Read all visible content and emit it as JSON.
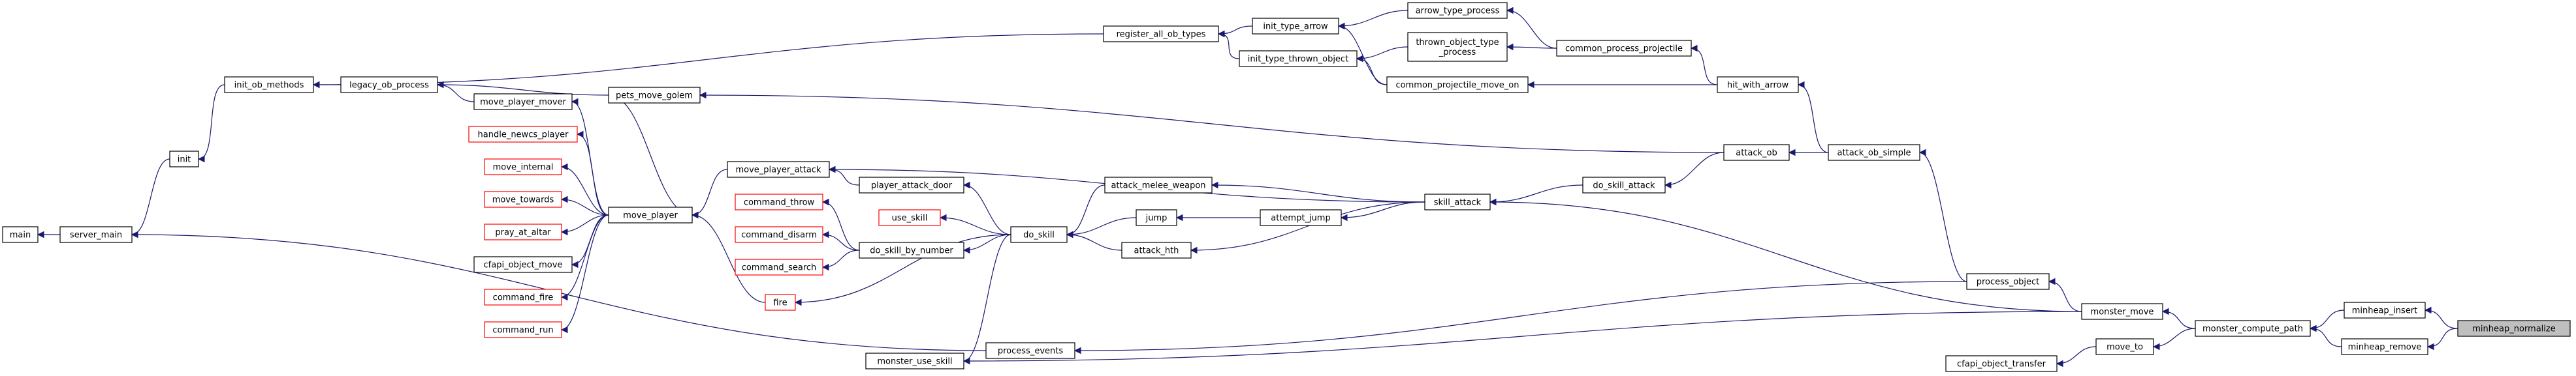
{
  "nodes": [
    {
      "id": "main",
      "label": "main",
      "style": "normal"
    },
    {
      "id": "server_main",
      "label": "server_main",
      "style": "normal"
    },
    {
      "id": "init",
      "label": "init",
      "style": "normal"
    },
    {
      "id": "init_ob_methods",
      "label": "init_ob_methods",
      "style": "normal"
    },
    {
      "id": "legacy_ob_process",
      "label": "legacy_ob_process",
      "style": "normal"
    },
    {
      "id": "move_player_mover",
      "label": "move_player_mover",
      "style": "normal"
    },
    {
      "id": "pets_move_golem",
      "label": "pets_move_golem",
      "style": "normal"
    },
    {
      "id": "handle_newcs_player",
      "label": "handle_newcs_player",
      "style": "red"
    },
    {
      "id": "move_internal",
      "label": "move_internal",
      "style": "red"
    },
    {
      "id": "move_towards",
      "label": "move_towards",
      "style": "red"
    },
    {
      "id": "pray_at_altar",
      "label": "pray_at_altar",
      "style": "red"
    },
    {
      "id": "cfapi_object_move",
      "label": "cfapi_object_move",
      "style": "normal"
    },
    {
      "id": "command_fire",
      "label": "command_fire",
      "style": "red"
    },
    {
      "id": "command_run",
      "label": "command_run",
      "style": "red"
    },
    {
      "id": "move_player",
      "label": "move_player",
      "style": "normal"
    },
    {
      "id": "move_player_attack",
      "label": "move_player_attack",
      "style": "normal"
    },
    {
      "id": "command_throw",
      "label": "command_throw",
      "style": "red"
    },
    {
      "id": "command_disarm",
      "label": "command_disarm",
      "style": "red"
    },
    {
      "id": "command_search",
      "label": "command_search",
      "style": "red"
    },
    {
      "id": "fire",
      "label": "fire",
      "style": "red"
    },
    {
      "id": "monster_use_skill",
      "label": "monster_use_skill",
      "style": "normal"
    },
    {
      "id": "player_attack_door",
      "label": "player_attack_door",
      "style": "normal"
    },
    {
      "id": "use_skill",
      "label": "use_skill",
      "style": "red"
    },
    {
      "id": "do_skill_by_number",
      "label": "do_skill_by_number",
      "style": "normal"
    },
    {
      "id": "process_events",
      "label": "process_events",
      "style": "normal"
    },
    {
      "id": "do_skill",
      "label": "do_skill",
      "style": "normal"
    },
    {
      "id": "attack_melee_weapon",
      "label": "attack_melee_weapon",
      "style": "normal"
    },
    {
      "id": "jump",
      "label": "jump",
      "style": "normal"
    },
    {
      "id": "attack_hth",
      "label": "attack_hth",
      "style": "normal"
    },
    {
      "id": "register_all_ob_types",
      "label": "register_all_ob_types",
      "style": "normal"
    },
    {
      "id": "init_type_arrow",
      "label": "init_type_arrow",
      "style": "normal"
    },
    {
      "id": "init_type_thrown_object",
      "label": "init_type_thrown_object",
      "style": "normal"
    },
    {
      "id": "attempt_jump",
      "label": "attempt_jump",
      "style": "normal"
    },
    {
      "id": "arrow_type_process",
      "label": "arrow_type_process",
      "style": "normal"
    },
    {
      "id": "thrown_object_type_process",
      "label": "thrown_object_type\n_process",
      "style": "normal"
    },
    {
      "id": "common_projectile_move_on",
      "label": "common_projectile_move_on",
      "style": "normal"
    },
    {
      "id": "skill_attack",
      "label": "skill_attack",
      "style": "normal"
    },
    {
      "id": "common_process_projectile",
      "label": "common_process_projectile",
      "style": "normal"
    },
    {
      "id": "do_skill_attack",
      "label": "do_skill_attack",
      "style": "normal"
    },
    {
      "id": "hit_with_arrow",
      "label": "hit_with_arrow",
      "style": "normal"
    },
    {
      "id": "attack_ob",
      "label": "attack_ob",
      "style": "normal"
    },
    {
      "id": "attack_ob_simple",
      "label": "attack_ob_simple",
      "style": "normal"
    },
    {
      "id": "process_object",
      "label": "process_object",
      "style": "normal"
    },
    {
      "id": "cfapi_object_transfer",
      "label": "cfapi_object_transfer",
      "style": "normal"
    },
    {
      "id": "monster_move",
      "label": "monster_move",
      "style": "normal"
    },
    {
      "id": "move_to",
      "label": "move_to",
      "style": "normal"
    },
    {
      "id": "monster_compute_path",
      "label": "monster_compute_path",
      "style": "normal"
    },
    {
      "id": "minheap_insert",
      "label": "minheap_insert",
      "style": "normal"
    },
    {
      "id": "minheap_remove",
      "label": "minheap_remove",
      "style": "normal"
    },
    {
      "id": "minheap_normalize",
      "label": "minheap_normalize",
      "style": "focus"
    }
  ],
  "edges": [
    [
      "minheap_normalize",
      "minheap_insert"
    ],
    [
      "minheap_normalize",
      "minheap_remove"
    ],
    [
      "minheap_insert",
      "monster_compute_path"
    ],
    [
      "minheap_remove",
      "monster_compute_path"
    ],
    [
      "monster_compute_path",
      "monster_move"
    ],
    [
      "monster_compute_path",
      "move_to"
    ],
    [
      "move_to",
      "cfapi_object_transfer"
    ],
    [
      "monster_move",
      "process_object"
    ],
    [
      "monster_move",
      "skill_attack"
    ],
    [
      "monster_move",
      "monster_use_skill"
    ],
    [
      "process_object",
      "process_events"
    ],
    [
      "process_object",
      "attack_ob_simple"
    ],
    [
      "process_events",
      "server_main"
    ],
    [
      "attack_ob_simple",
      "attack_ob"
    ],
    [
      "attack_ob_simple",
      "hit_with_arrow"
    ],
    [
      "hit_with_arrow",
      "common_process_projectile"
    ],
    [
      "hit_with_arrow",
      "common_projectile_move_on"
    ],
    [
      "common_process_projectile",
      "arrow_type_process"
    ],
    [
      "common_process_projectile",
      "thrown_object_type_process"
    ],
    [
      "arrow_type_process",
      "init_type_arrow"
    ],
    [
      "thrown_object_type_process",
      "init_type_thrown_object"
    ],
    [
      "common_projectile_move_on",
      "init_type_arrow"
    ],
    [
      "common_projectile_move_on",
      "init_type_thrown_object"
    ],
    [
      "init_type_arrow",
      "register_all_ob_types"
    ],
    [
      "init_type_thrown_object",
      "register_all_ob_types"
    ],
    [
      "register_all_ob_types",
      "init_ob_methods"
    ],
    [
      "init_ob_methods",
      "init"
    ],
    [
      "init",
      "server_main"
    ],
    [
      "server_main",
      "main"
    ],
    [
      "attack_ob",
      "do_skill_attack"
    ],
    [
      "attack_ob",
      "pets_move_golem"
    ],
    [
      "do_skill_attack",
      "skill_attack"
    ],
    [
      "skill_attack",
      "attempt_jump"
    ],
    [
      "skill_attack",
      "attack_melee_weapon"
    ],
    [
      "skill_attack",
      "attack_hth"
    ],
    [
      "skill_attack",
      "move_player_attack"
    ],
    [
      "attempt_jump",
      "jump"
    ],
    [
      "attack_melee_weapon",
      "do_skill"
    ],
    [
      "attack_hth",
      "do_skill"
    ],
    [
      "jump",
      "do_skill"
    ],
    [
      "do_skill",
      "player_attack_door"
    ],
    [
      "do_skill",
      "use_skill"
    ],
    [
      "do_skill",
      "do_skill_by_number"
    ],
    [
      "do_skill",
      "fire"
    ],
    [
      "do_skill",
      "monster_use_skill"
    ],
    [
      "player_attack_door",
      "move_player_attack"
    ],
    [
      "move_player_attack",
      "move_player"
    ],
    [
      "do_skill_by_number",
      "command_throw"
    ],
    [
      "do_skill_by_number",
      "command_disarm"
    ],
    [
      "do_skill_by_number",
      "command_search"
    ],
    [
      "fire",
      "move_player"
    ],
    [
      "pets_move_golem",
      "move_player"
    ],
    [
      "move_player",
      "move_player_mover"
    ],
    [
      "move_player",
      "handle_newcs_player"
    ],
    [
      "move_player",
      "move_internal"
    ],
    [
      "move_player",
      "move_towards"
    ],
    [
      "move_player",
      "pray_at_altar"
    ],
    [
      "move_player",
      "cfapi_object_move"
    ],
    [
      "move_player",
      "command_fire"
    ],
    [
      "move_player",
      "command_run"
    ],
    [
      "move_player_mover",
      "legacy_ob_process"
    ],
    [
      "legacy_ob_process",
      "init_ob_methods"
    ],
    [
      "pets_move_golem",
      "legacy_ob_process"
    ]
  ],
  "colors": {
    "edge": "#191970",
    "node_border": "#000000",
    "red_border": "#ff0000",
    "focus_fill": "#bfbfbf",
    "node_fill": "#ffffff"
  }
}
